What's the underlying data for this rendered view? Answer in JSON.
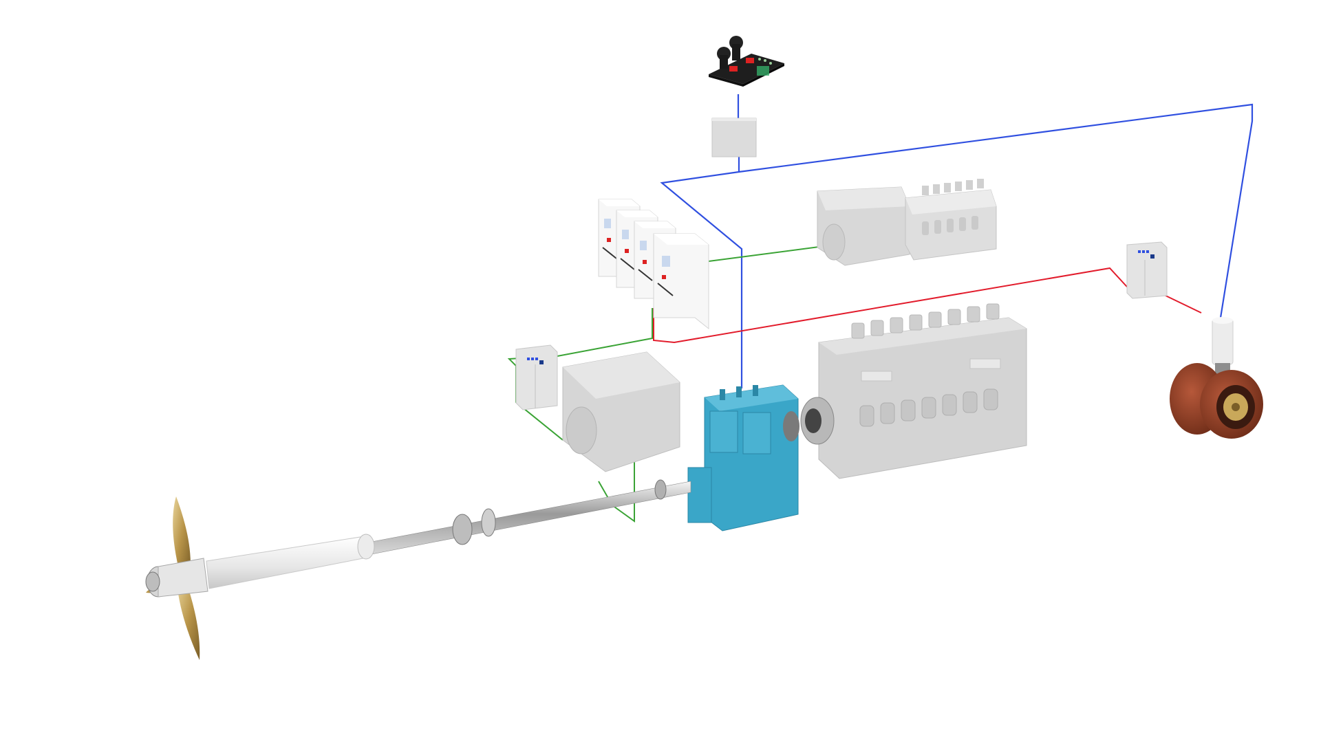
{
  "diagram": {
    "kind": "marine-propulsion-system",
    "components": [
      {
        "id": "bridge-control-panel",
        "icon": "control-panel-icon"
      },
      {
        "id": "bridge-junction-box",
        "icon": "junction-box-icon"
      },
      {
        "id": "switchboard-cabinets",
        "icon": "switchboard-icon"
      },
      {
        "id": "auxiliary-genset",
        "icon": "generator-icon"
      },
      {
        "id": "thruster-control-cabinet",
        "icon": "cabinet-icon"
      },
      {
        "id": "tunnel-thruster",
        "icon": "thruster-icon"
      },
      {
        "id": "shaft-generator-control-cabinet",
        "icon": "cabinet-icon"
      },
      {
        "id": "shaft-generator",
        "icon": "generator-icon"
      },
      {
        "id": "reduction-gearbox",
        "icon": "gearbox-icon"
      },
      {
        "id": "main-engine",
        "icon": "engine-icon"
      },
      {
        "id": "propeller-shaft",
        "icon": "shaft-icon"
      },
      {
        "id": "stern-tube",
        "icon": "stern-tube-icon"
      },
      {
        "id": "propeller",
        "icon": "propeller-icon"
      }
    ],
    "connections": [
      {
        "type": "control",
        "color": "#2f4fe0"
      },
      {
        "type": "thruster-power",
        "color": "#e21b2b"
      },
      {
        "type": "power",
        "color": "#3aa335"
      }
    ],
    "colors": {
      "machinery": "#dcdcdc",
      "gearbox": "#3aa6c8",
      "thruster": "#8a3a22",
      "propeller": "#c9a85a",
      "panel": "#2a2a2a"
    }
  }
}
